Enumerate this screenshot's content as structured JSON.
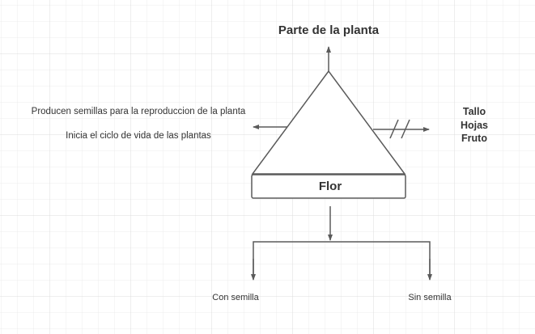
{
  "title": "Parte de la planta",
  "center_label": "Flor",
  "left_notes": [
    "Producen semillas para la reproduccion de la planta",
    "Inicia  el ciclo de vida de las plantas"
  ],
  "right_parts": [
    "Tallo",
    "Hojas",
    "Fruto"
  ],
  "branches": [
    "Con semilla",
    "Sin semilla"
  ],
  "colors": {
    "line": "#5a5a5a",
    "text": "#333333",
    "grid": "#ebebeb"
  }
}
